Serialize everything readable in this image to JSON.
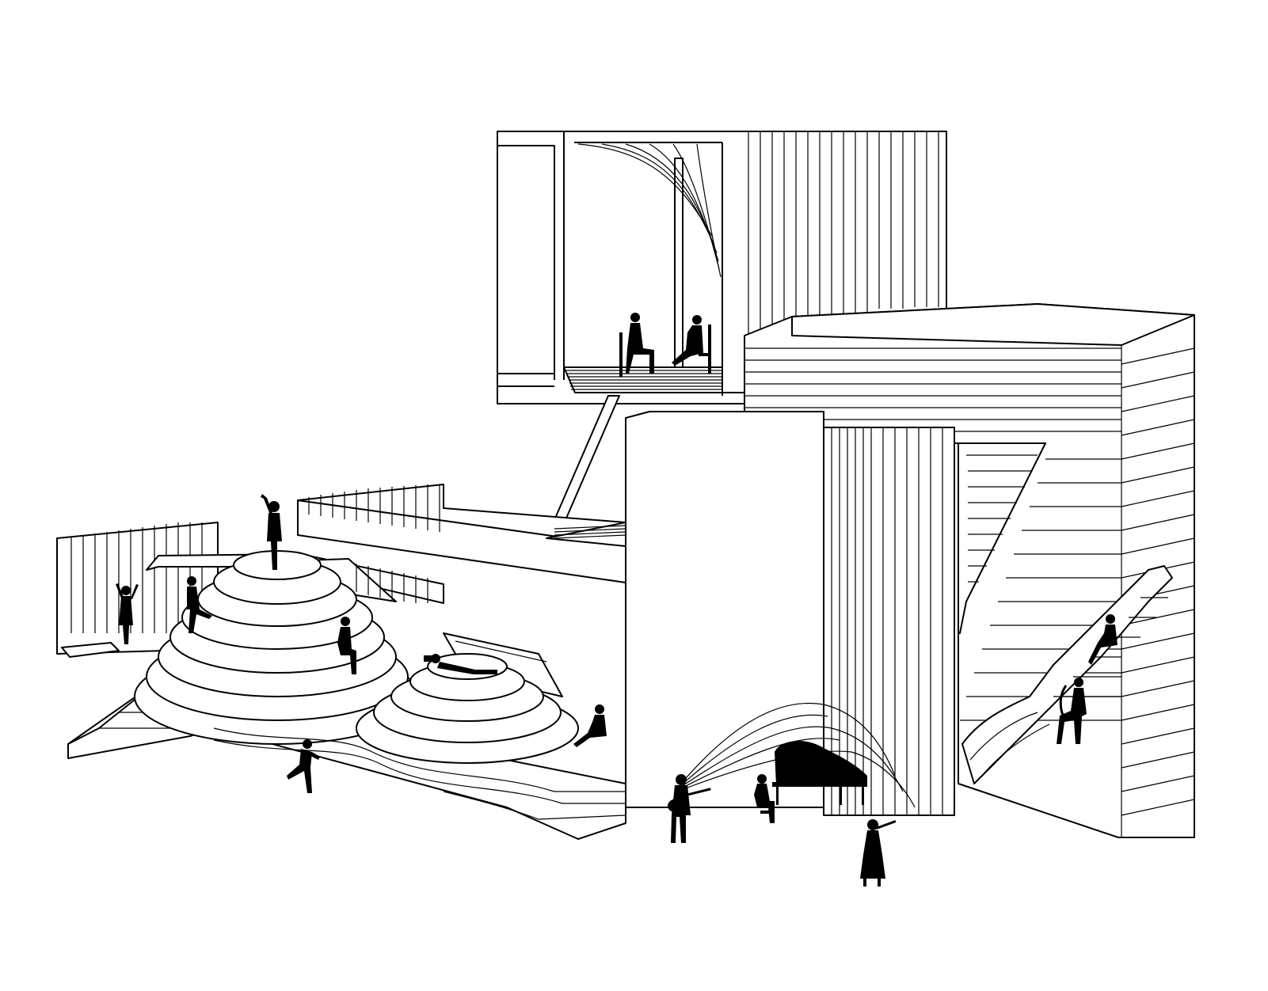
{
  "drawing": {
    "style": "black line axonometric drawing on white background",
    "line_color": "#000000",
    "background_color": "#ffffff",
    "labels": []
  },
  "figures": [
    {
      "id": "upper-room-seated-left",
      "pose": "seated-on-chair"
    },
    {
      "id": "upper-room-seated-right",
      "pose": "seated-reclining"
    },
    {
      "id": "arms-raised-left",
      "pose": "standing-arms-raised"
    },
    {
      "id": "waving-top-stairs",
      "pose": "standing-arm-raised"
    },
    {
      "id": "stepping-left-stairs",
      "pose": "walking"
    },
    {
      "id": "sitting-on-steps",
      "pose": "seated"
    },
    {
      "id": "reading-reclining",
      "pose": "lying-reading"
    },
    {
      "id": "running-bottom",
      "pose": "running"
    },
    {
      "id": "sitting-center",
      "pose": "seated"
    },
    {
      "id": "guitarist",
      "pose": "standing-playing-guitar"
    },
    {
      "id": "pianist",
      "pose": "seated-at-piano"
    },
    {
      "id": "violinist",
      "pose": "standing-playing-violin"
    },
    {
      "id": "sitting-right-upper",
      "pose": "seated"
    },
    {
      "id": "harpist-right",
      "pose": "seated-playing-harp"
    }
  ]
}
